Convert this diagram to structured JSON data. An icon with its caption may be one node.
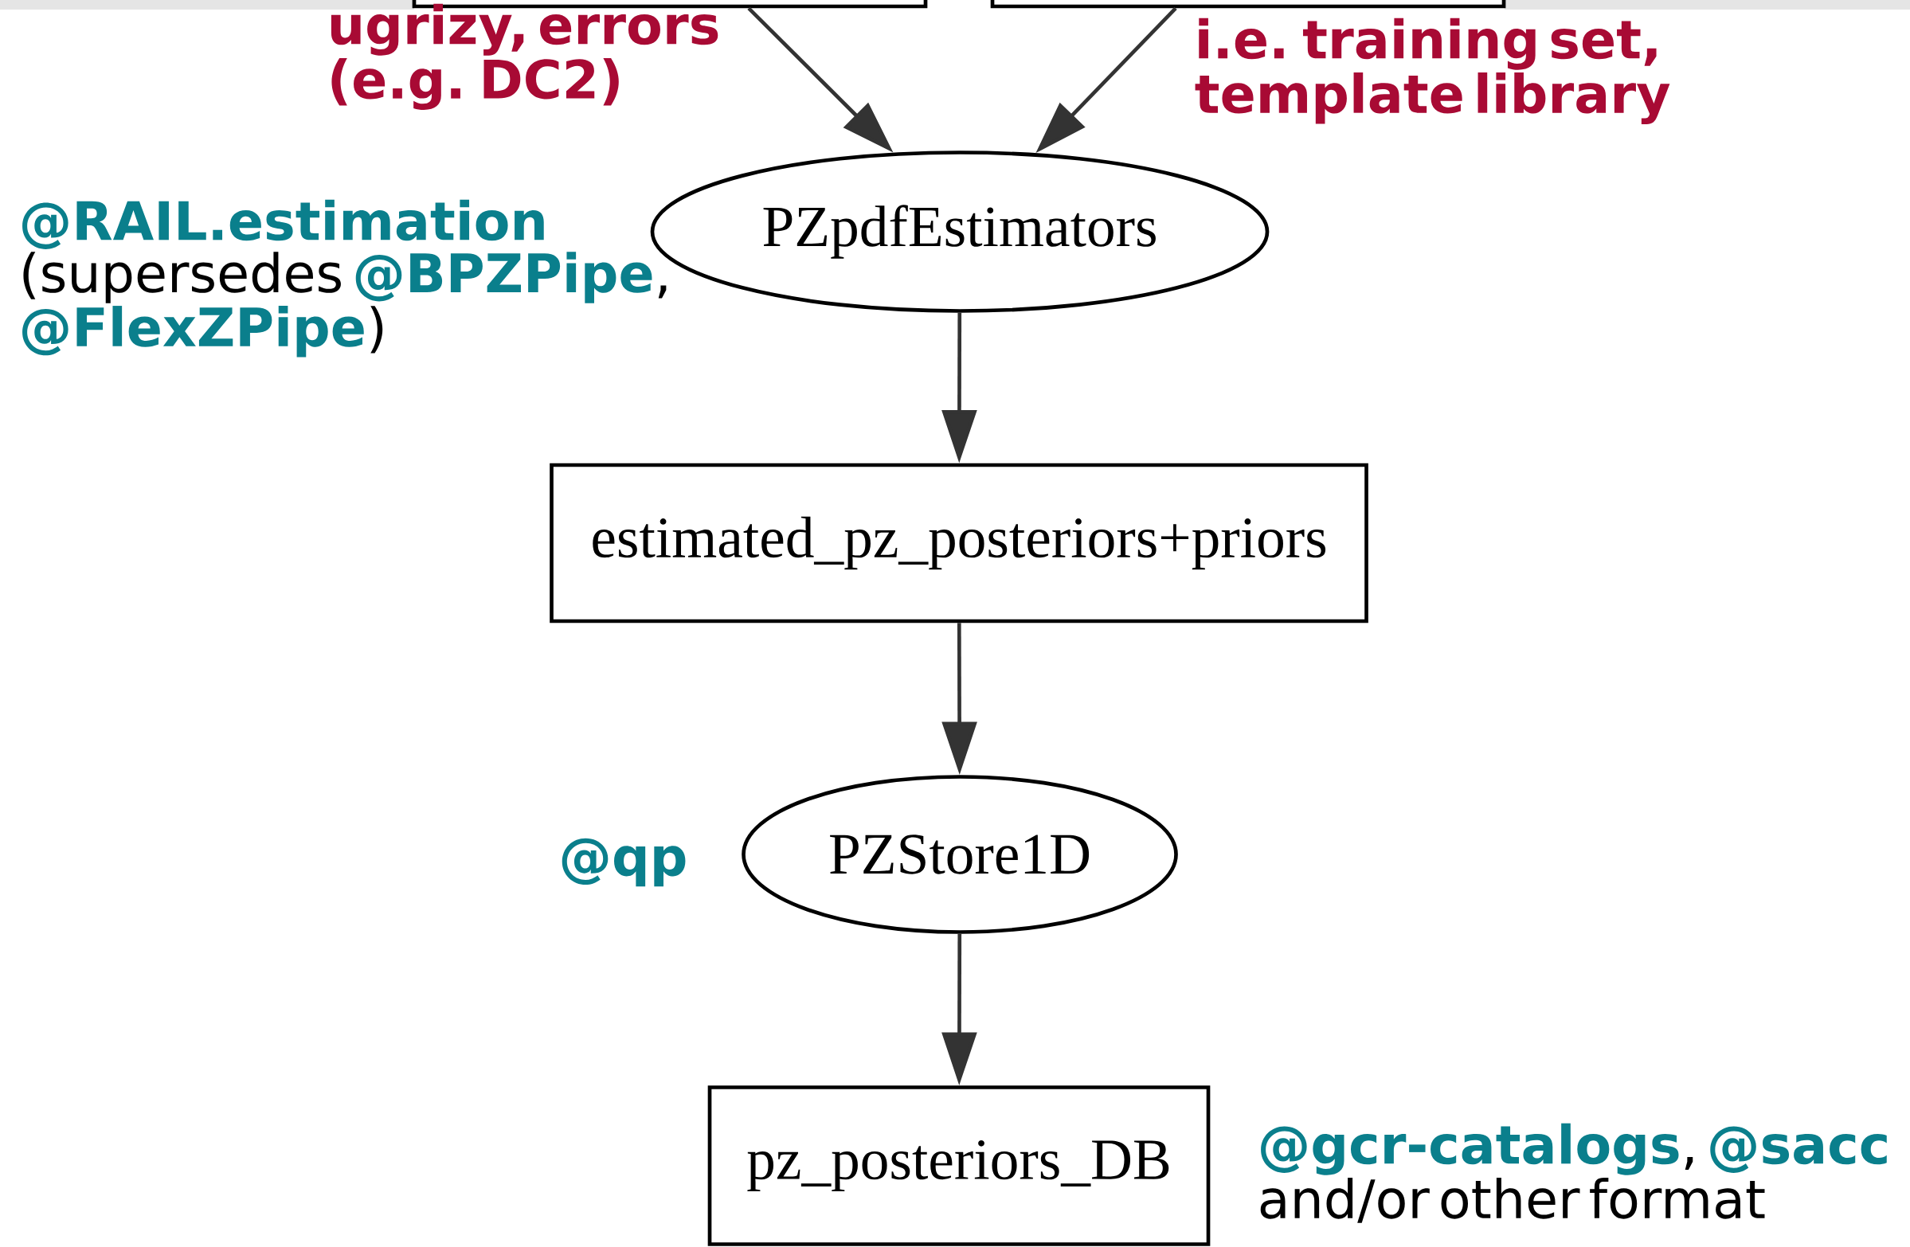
{
  "diagram": {
    "nodes": [
      {
        "text": [],
        "shape": "box"
      },
      {
        "text": [],
        "shape": "box"
      },
      {
        "text": [
          "PZpdfEstimators"
        ],
        "beside": [
          "**@RAIL.estimation** (supersedes **@BPZPipe**, **@FlexZPipe**)"
        ]
      },
      {
        "text": [
          "estimated_pz_posteriors+priors"
        ]
      },
      {
        "text": [
          "PZStore1D"
        ],
        "beside": [
          "@qp"
        ]
      },
      {
        "text": [
          "pz_posteriors_DB"
        ],
        "beside": [
          "**@gcr-catalogs**, **@sacc** and/or other format"
        ]
      }
    ],
    "edges": [
      {
        "from": 0,
        "to": 2,
        "arrow": "to"
      },
      {
        "from": 1,
        "to": 2,
        "arrow": "to"
      },
      {
        "from": 2,
        "to": 3,
        "arrow": "to"
      },
      {
        "from": 3,
        "to": 4,
        "arrow": "to"
      },
      {
        "from": 4,
        "to": 5,
        "arrow": "to"
      }
    ],
    "labels": [
      "ugrizy, errors (e.g. DC2)",
      "i.e. training set, template library"
    ]
  }
}
